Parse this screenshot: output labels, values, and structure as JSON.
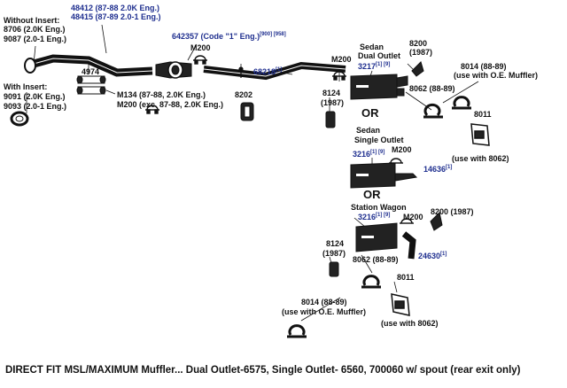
{
  "labels": {
    "without_insert": "Without Insert:",
    "p8706": "8706 (2.0K Eng.)",
    "p9087": "9087 (2.0-1 Eng.)",
    "with_insert": "With Insert:",
    "p9091": "9091 (2.0K Eng.)",
    "p9093": "9093 (2.0-1 Eng.)",
    "p48412": "48412 (87-88 2.0K Eng.)",
    "p48415": "48415 (87-89 2.0-1 Eng.)",
    "p4974": "4974",
    "p642357": "642357 (Code \"1\" Eng.)",
    "p642357_notes": "[900] [958]",
    "m200_a": "M200",
    "m134": "M134 (87-88, 2.0K Eng.)",
    "m200_exc": "M200 (exc. 87-88, 2.0K Eng.)",
    "p68218": "68218",
    "p68218_note": "[1]",
    "p8202": "8202",
    "m200_b": "M200",
    "p3217": "3217",
    "p3217_notes": "[1] [9]",
    "sedan_dual_1": "Sedan",
    "sedan_dual_2": "Dual Outlet",
    "p8200_a": "8200",
    "p8200_a_year": "(1987)",
    "p8014_a": "8014 (88-89)",
    "p8014_a_use": "(use with O.E. Muffler)",
    "p8124_a": "8124",
    "p8124_a_year": "(1987)",
    "p8062_a": "8062 (88-89)",
    "or_1": "OR",
    "p8011_a": "8011",
    "p8011_a_use": "(use with 8062)",
    "sedan_single_1": "Sedan",
    "sedan_single_2": "Single Outlet",
    "p3216_a": "3216",
    "p3216_a_notes": "[1] [9]",
    "m200_c": "M200",
    "p14636": "14636",
    "p14636_note": "[1]",
    "or_2": "OR",
    "station_wagon": "Station Wagon",
    "p3216_b": "3216",
    "p3216_b_notes": "[1] [9]",
    "m200_d": "M200",
    "p8200_b": "8200 (1987)",
    "p8124_b": "8124",
    "p8124_b_year": "(1987)",
    "p8062_b": "8062 (88-89)",
    "p24630": "24630",
    "p24630_note": "[1]",
    "p8014_b": "8014 (88-89)",
    "p8014_b_use": "(use with O.E. Muffler)",
    "p8011_b": "8011",
    "p8011_b_use": "(use with 8062)"
  },
  "footer": "DIRECT FIT MSL/MAXIMUM Muffler... Dual Outlet-6575, Single Outlet- 6560, 700060 w/ spout (rear exit only)",
  "colors": {
    "line": "#111111",
    "part_number_blue": "#1f2f8f"
  }
}
